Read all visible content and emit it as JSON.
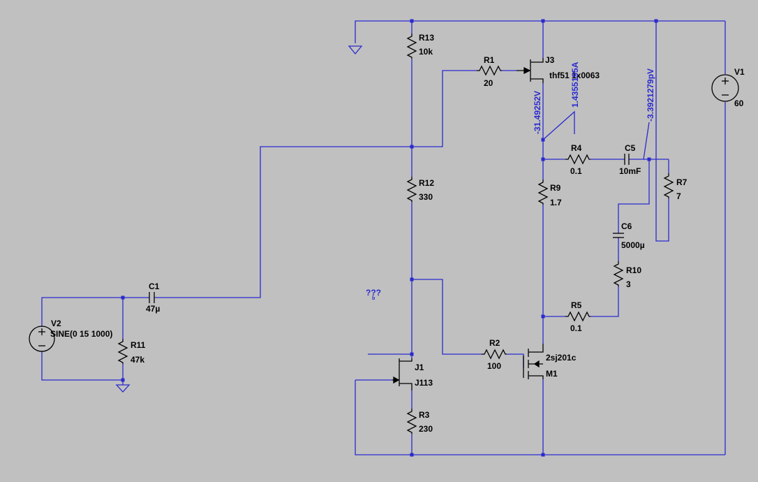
{
  "colors": {
    "background": "#c0c0c0",
    "wire": "#2a2ad0",
    "component": "#000000",
    "label": "#000000",
    "probe_label": "#2a2ad0"
  },
  "components": {
    "R13": {
      "ref": "R13",
      "value": "10k"
    },
    "R1": {
      "ref": "R1",
      "value": "20"
    },
    "J3": {
      "ref": "J3",
      "value": "thf51 1x0063"
    },
    "V1": {
      "ref": "V1",
      "value": "60"
    },
    "R12": {
      "ref": "R12",
      "value": "330"
    },
    "R4": {
      "ref": "R4",
      "value": "0.1"
    },
    "C5": {
      "ref": "C5",
      "value": "10mF"
    },
    "R7": {
      "ref": "R7",
      "value": "7"
    },
    "R9": {
      "ref": "R9",
      "value": "1.7"
    },
    "C6": {
      "ref": "C6",
      "value": "5000µ"
    },
    "R10": {
      "ref": "R10",
      "value": "3"
    },
    "R5": {
      "ref": "R5",
      "value": "0.1"
    },
    "C1": {
      "ref": "C1",
      "value": "47µ"
    },
    "V2": {
      "ref": "V2",
      "value": "SINE(0 15 1000)"
    },
    "R11": {
      "ref": "R11",
      "value": "47k"
    },
    "R2": {
      "ref": "R2",
      "value": "100"
    },
    "M1": {
      "ref": "M1",
      "value": "2sj201c"
    },
    "J1": {
      "ref": "J1",
      "value": "J113"
    },
    "R3": {
      "ref": "R3",
      "value": "230"
    }
  },
  "probes": {
    "voltage_1": "-31.49252V",
    "current_1": "1.4355195A",
    "power_1": "-3.3921279pV"
  },
  "unknown_marker": "???",
  "icons": [
    "ground-icon",
    "resistor-icon",
    "capacitor-icon",
    "voltage-source-icon",
    "jfet-icon",
    "mosfet-icon"
  ]
}
